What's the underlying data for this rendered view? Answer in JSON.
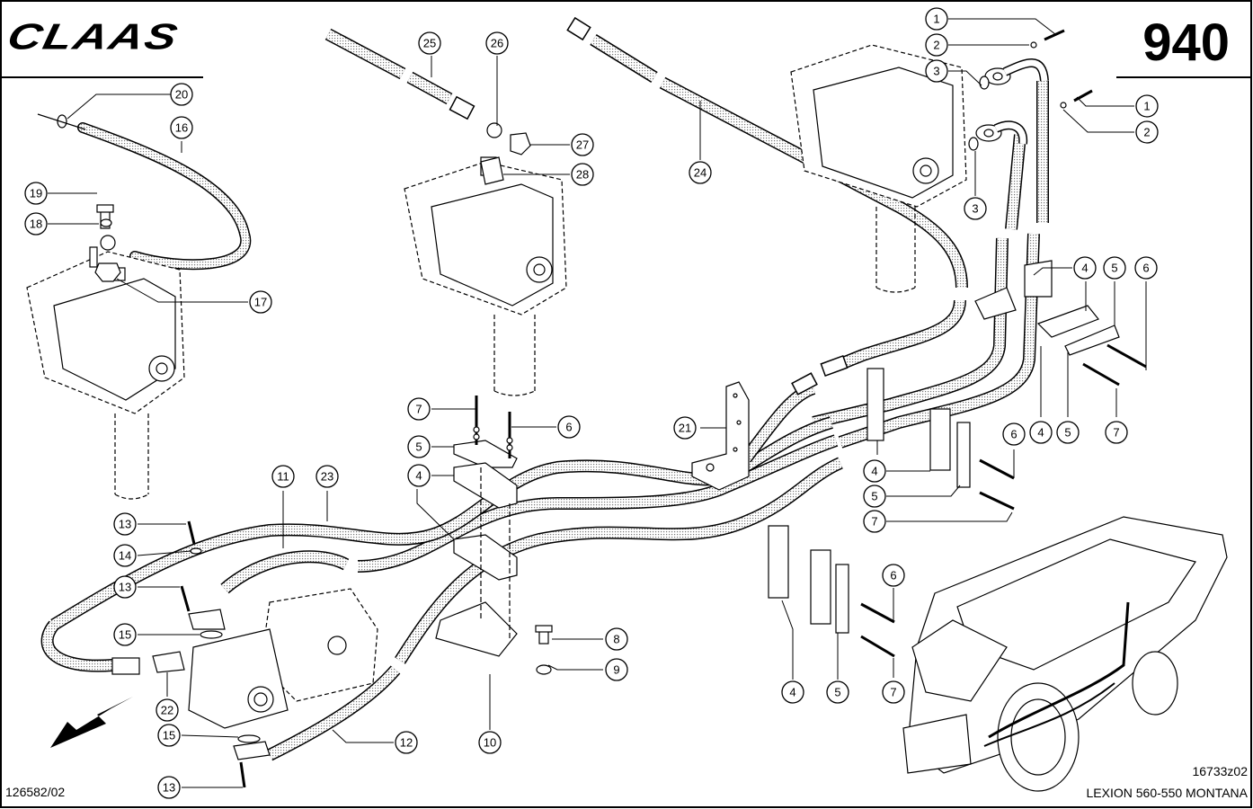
{
  "header": {
    "brand": "CLAAS",
    "page_number": "940"
  },
  "footer": {
    "document_number": "126582/02",
    "drawing_number": "16733z02",
    "model": "LEXION 560-550 MONTANA"
  },
  "orientation_arrow": "direction-arrow-icon",
  "callouts": [
    {
      "id": "c1a",
      "label": "1"
    },
    {
      "id": "c2a",
      "label": "2"
    },
    {
      "id": "c3a",
      "label": "3"
    },
    {
      "id": "c1b",
      "label": "1"
    },
    {
      "id": "c2b",
      "label": "2"
    },
    {
      "id": "c3b",
      "label": "3"
    },
    {
      "id": "c20",
      "label": "20"
    },
    {
      "id": "c16",
      "label": "16"
    },
    {
      "id": "c19",
      "label": "19"
    },
    {
      "id": "c18",
      "label": "18"
    },
    {
      "id": "c17",
      "label": "17"
    },
    {
      "id": "c25",
      "label": "25"
    },
    {
      "id": "c26",
      "label": "26"
    },
    {
      "id": "c27",
      "label": "27"
    },
    {
      "id": "c28",
      "label": "28"
    },
    {
      "id": "c24",
      "label": "24"
    },
    {
      "id": "c4a",
      "label": "4"
    },
    {
      "id": "c5a",
      "label": "5"
    },
    {
      "id": "c6a",
      "label": "6"
    },
    {
      "id": "c4b",
      "label": "4"
    },
    {
      "id": "c5b",
      "label": "5"
    },
    {
      "id": "c7a",
      "label": "7"
    },
    {
      "id": "c7b",
      "label": "7"
    },
    {
      "id": "c6b",
      "label": "6"
    },
    {
      "id": "c5c",
      "label": "5"
    },
    {
      "id": "c4c",
      "label": "4"
    },
    {
      "id": "c21",
      "label": "21"
    },
    {
      "id": "c6c",
      "label": "6"
    },
    {
      "id": "c4d",
      "label": "4"
    },
    {
      "id": "c5d",
      "label": "5"
    },
    {
      "id": "c7c",
      "label": "7"
    },
    {
      "id": "c11",
      "label": "11"
    },
    {
      "id": "c23",
      "label": "23"
    },
    {
      "id": "c13a",
      "label": "13"
    },
    {
      "id": "c14",
      "label": "14"
    },
    {
      "id": "c13b",
      "label": "13"
    },
    {
      "id": "c15a",
      "label": "15"
    },
    {
      "id": "c22",
      "label": "22"
    },
    {
      "id": "c15b",
      "label": "15"
    },
    {
      "id": "c13c",
      "label": "13"
    },
    {
      "id": "c12",
      "label": "12"
    },
    {
      "id": "c8",
      "label": "8"
    },
    {
      "id": "c9",
      "label": "9"
    },
    {
      "id": "c10",
      "label": "10"
    },
    {
      "id": "c6d",
      "label": "6"
    },
    {
      "id": "c4e",
      "label": "4"
    },
    {
      "id": "c5e",
      "label": "5"
    },
    {
      "id": "c7d",
      "label": "7"
    }
  ]
}
